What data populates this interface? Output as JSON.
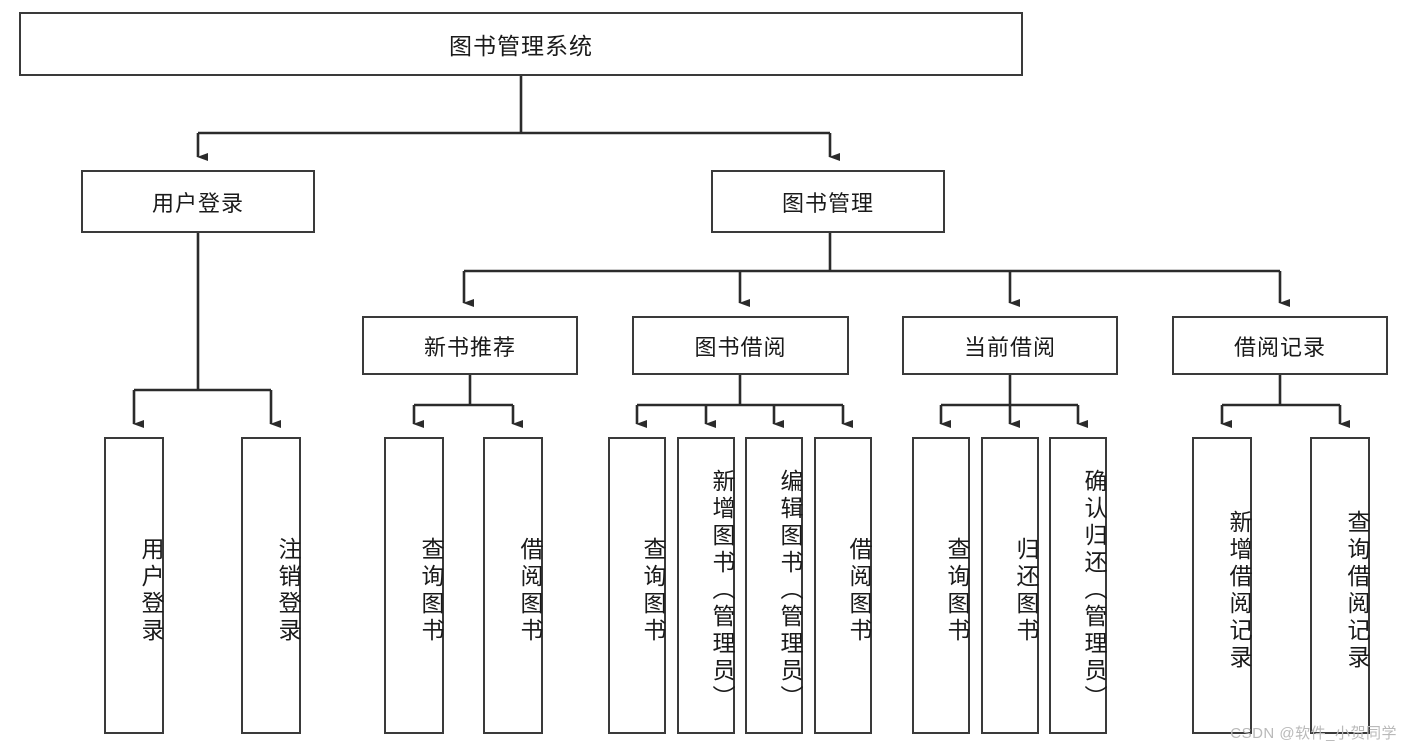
{
  "diagram": {
    "type": "tree-hierarchy-chart",
    "title": "图书管理系统",
    "watermark": "CSDN @软件_小贺同学",
    "style": {
      "box_fill": "#ffffff",
      "box_stroke": "#3a3a3a",
      "line_color": "#2b2b2b",
      "text_color": "#1a1a1a",
      "watermark_color": "#b9b9b9",
      "background": "#ffffff"
    },
    "levels": {
      "root": {
        "label": "图书管理系统"
      },
      "level2": [
        {
          "label": "用户登录"
        },
        {
          "label": "图书管理"
        }
      ],
      "level3": [
        {
          "label": "新书推荐"
        },
        {
          "label": "图书借阅"
        },
        {
          "label": "当前借阅"
        },
        {
          "label": "借阅记录"
        }
      ],
      "leaves": {
        "user_login": [
          {
            "label": "用户登录"
          },
          {
            "label": "注销登录"
          }
        ],
        "new_book_recommend": [
          {
            "label": "查询图书"
          },
          {
            "label": "借阅图书"
          }
        ],
        "book_borrow": [
          {
            "label": "查询图书"
          },
          {
            "label": "新增图书（管理员）"
          },
          {
            "label": "编辑图书（管理员）"
          },
          {
            "label": "借阅图书"
          }
        ],
        "current_borrow": [
          {
            "label": "查询图书"
          },
          {
            "label": "归还图书"
          },
          {
            "label": "确认归还（管理员）"
          }
        ],
        "borrow_record": [
          {
            "label": "新增借阅记录"
          },
          {
            "label": "查询借阅记录"
          }
        ]
      }
    }
  }
}
